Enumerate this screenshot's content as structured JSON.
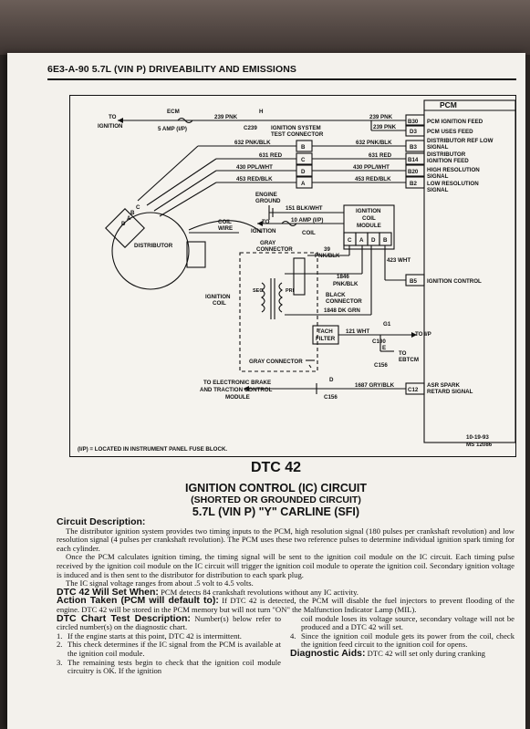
{
  "header": {
    "title": "6E3-A-90  5.7L (VIN P) DRIVEABILITY AND EMISSIONS"
  },
  "diagram": {
    "pcm_title": "PCM",
    "to_ignition": "TO",
    "to_ignition2": "IGNITION",
    "ecm": "ECM",
    "fuse5": "5 AMP (I/P)",
    "wire239": "239 PNK",
    "h": "H",
    "c239": "C239",
    "test_conn1": "IGNITION SYSTEM",
    "test_conn2": "TEST CONNECTOR",
    "wires": [
      {
        "wire": "239 PNK",
        "pin": "B30",
        "pin_label": "PCM IGNITION FEED"
      },
      {
        "wire": "239 PNK",
        "pin": "D3",
        "pin_label": "PCM USES FEED"
      },
      {
        "wire": "632 PNK/BLK",
        "pin": "B3",
        "pin_label": "DISTRIBUTOR REF LOW"
      },
      {
        "wire": "631 RED",
        "pin": "B14",
        "pin_label": "SIGNAL"
      },
      {
        "wire": "430 PPL/WHT",
        "pin": "B20",
        "pin_label": "DISTRIBUTOR"
      },
      {
        "wire": "453 RED/BLK",
        "pin": "B2",
        "pin_label": "IGNITION FEED"
      }
    ],
    "pcm_labels_extra": [
      "HIGH RESOLUTION",
      "SIGNAL",
      "LOW RESOLUTION",
      "SIGNAL"
    ],
    "left_wires": [
      {
        "wire": "632 PNK/BLK",
        "letter": "B"
      },
      {
        "wire": "631 RED",
        "letter": "C"
      },
      {
        "wire": "430 PPL/WHT",
        "letter": "D"
      },
      {
        "wire": "453 RED/BLK",
        "letter": "A"
      }
    ],
    "engine_ground1": "ENGINE",
    "engine_ground2": "GROUND",
    "w151": "151 BLK/WHT",
    "to2": "TO",
    "ignition2": "IGNITION",
    "fuse10": "10 AMP (I/P)",
    "coil": "COIL",
    "coil_wire1": "COIL",
    "coil_wire2": "WIRE",
    "distributor": "DISTRIBUTOR",
    "dist_pins": [
      "A",
      "B",
      "C",
      "D"
    ],
    "ic_module1": "IGNITION",
    "ic_module2": "COIL",
    "ic_module3": "MODULE",
    "ic_pins": [
      "C",
      "A",
      "D",
      "B"
    ],
    "gray_connector": "GRAY",
    "gray_connector2": "CONNECTOR",
    "w39": "39",
    "w39b": "PNK/BLK",
    "w423": "423 WHT",
    "b5": "B5",
    "ign_control": "IGNITION CONTROL",
    "w1846": "1846",
    "w1846b": "PNK/BLK",
    "black_connector": "BLACK",
    "black_connector2": "CONNECTOR",
    "w1848": "1848 DK GRN",
    "ignition_coil1": "IGNITION",
    "ignition_coil2": "COIL",
    "sec": "SEC",
    "pri": "PRI",
    "tach1": "TACH",
    "tach2": "FILTER",
    "g1": "G1",
    "w121": "121 WHT",
    "to_ip": "TO I/P",
    "c100": "C100",
    "e": "E",
    "to_ebtcm": "TO",
    "ebtcm": "EBTCM",
    "c156a": "C156",
    "gray_connector_bottom": "GRAY CONNECTOR",
    "ebtcm_label1": "TO ELECTRONIC BRAKE",
    "ebtcm_label2": "AND TRACTION CONTROL",
    "ebtcm_label3": "MODULE",
    "d_letter": "D",
    "c156b": "C156",
    "w1687": "1687 GRY/BLK",
    "c12": "C12",
    "asr1": "ASR SPARK",
    "asr2": "RETARD SIGNAL",
    "date": "10-19-93",
    "ms": "MS 12086",
    "footnote": "(I/P) = LOCATED IN INSTRUMENT PANEL FUSE BLOCK."
  },
  "titles": {
    "dtc": "DTC 42",
    "circuit": "IGNITION CONTROL (IC) CIRCUIT",
    "sub": "(SHORTED OR GROUNDED CIRCUIT)",
    "carline": "5.7L (VIN P) \"Y\" CARLINE (SFI)"
  },
  "text": {
    "cd_head": "Circuit Description:",
    "cd_p1": "The distributor ignition system provides two timing inputs to the PCM, high resolution signal (180 pulses per crankshaft revolution) and low resolution signal (4 pulses per crankshaft revolution). The PCM uses these two reference pulses to determine individual ignition spark timing for each cylinder.",
    "cd_p2": "Once the PCM calculates ignition timing, the timing signal will be sent to the ignition coil module on the IC circuit. Each timing pulse received by the ignition coil module on the IC circuit will trigger the ignition coil module to operate the ignition coil. Secondary ignition voltage is induced and is then sent to the distributor for distribution to each spark plug.",
    "cd_p3": "The IC signal voltage ranges from about .5 volt to 4.5 volts.",
    "set_head": "DTC 42 Will Set When:",
    "set_text": "PCM detects 84 crankshaft revolutions without any IC activity.",
    "act_head": "Action Taken (PCM will default to):",
    "act_text": "If DTC 42 is detected, the PCM will disable the fuel injectors to prevent flooding of the engine. DTC 42 will be stored in the PCM memory but will not turn \"ON\" the Malfunction Indicator Lamp (MIL).",
    "chart_head": "DTC Chart Test Description:",
    "chart_text": "Number(s) below refer to circled number(s) on the diagnostic chart.",
    "items": [
      {
        "n": "1.",
        "t": "If the engine starts at this point, DTC 42 is intermittent."
      },
      {
        "n": "2.",
        "t": "This check determines if the IC signal from the PCM is available at the ignition coil module."
      },
      {
        "n": "3.",
        "t": "The remaining tests begin to check that the ignition coil module circuitry is OK. If the ignition"
      }
    ],
    "col2_p": "coil module loses its voltage source, secondary voltage will not be produced and a DTC 42 will set.",
    "item4": {
      "n": "4.",
      "t": "Since the ignition coil module gets its power from the coil, check the ignition feed circuit to the ignition coil for opens."
    },
    "aids_head": "Diagnostic Aids:",
    "aids_text": "DTC 42 will set only during cranking"
  }
}
